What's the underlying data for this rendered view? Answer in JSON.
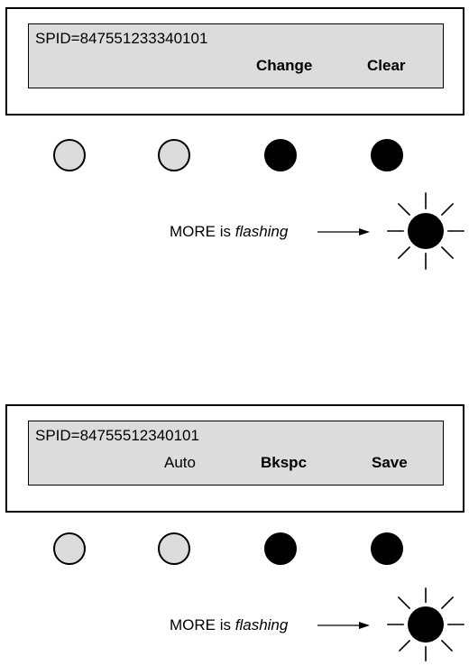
{
  "screen1": {
    "display_text": "SPID=847551233340101",
    "softkeys": [
      "",
      "",
      "Change",
      "Clear"
    ],
    "buttons": [
      {
        "state": "unlit"
      },
      {
        "state": "unlit"
      },
      {
        "state": "lit"
      },
      {
        "state": "lit"
      }
    ],
    "note_prefix": "MORE is ",
    "note_emphasis": "flashing"
  },
  "screen2": {
    "display_text": "SPID=84755512340101",
    "softkeys": [
      "",
      "Auto",
      "Bkspc",
      "Save"
    ],
    "buttons": [
      {
        "state": "unlit"
      },
      {
        "state": "unlit"
      },
      {
        "state": "lit"
      },
      {
        "state": "lit"
      }
    ],
    "note_prefix": "MORE is ",
    "note_emphasis": "flashing"
  },
  "colors": {
    "lcd_background": "#dcdcdc",
    "unlit_button": "#dcdcdc",
    "lit_button": "#000000"
  },
  "icons": {
    "flashing_indicator": "sunburst-icon",
    "pointer": "right-arrow-icon"
  }
}
